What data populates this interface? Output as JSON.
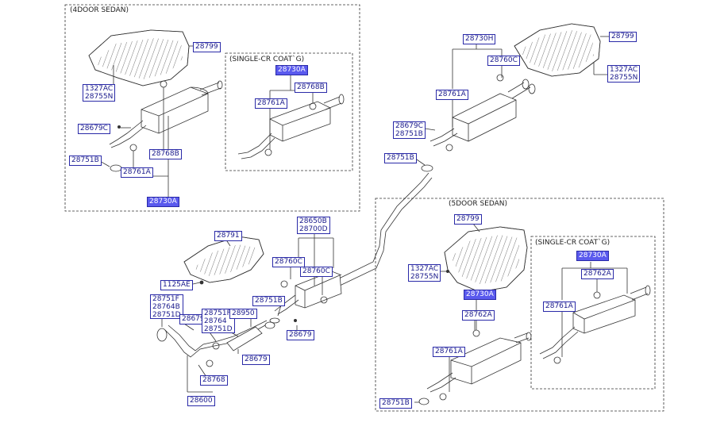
{
  "sections": {
    "sedan4": "(4DOOR SEDAN)",
    "single_cr_4": "(SINGLE-CR COAT`G)",
    "sedan5": "(5DOOR SEDAN)",
    "single_cr_5": "(SINGLE-CR COAT`G)"
  },
  "labels": {
    "l_28799_a": "28799",
    "l_1327ac_a": "1327AC",
    "l_28755n_a": "28755N",
    "l_28730a_a": "28730A",
    "l_28761a_a": "28761A",
    "l_28768b_a": "28768B",
    "l_28679c_a": "28679C",
    "l_28768b_b": "28768B",
    "l_28751b_a": "28751B",
    "l_28761a_b": "28761A",
    "l_28730a_b": "28730A",
    "l_28730h": "28730H",
    "l_28760c_a": "28760C",
    "l_28799_b": "28799",
    "l_1327ac_b": "1327AC",
    "l_28755n_b": "28755N",
    "l_28761a_c": "28761A",
    "l_28679c_b": "28679C",
    "l_28751b_b": "28751B",
    "l_28751b_c": "28751B",
    "l_28650b": "28650B",
    "l_28700d": "28700D",
    "l_28791": "28791",
    "l_28760c_b": "28760C",
    "l_28760c_c": "28760C",
    "l_1125ae": "1125AE",
    "l_28751f_a": "28751F",
    "l_28764b": "28764B",
    "l_28751d_a": "28751D",
    "l_28751b_d": "28751B",
    "l_28679_a": "28679",
    "l_28751f_b": "28751F",
    "l_28764": "28764",
    "l_28950": "28950",
    "l_28751d_b": "28751D",
    "l_28679_b": "28679",
    "l_28679_c": "28679",
    "l_28768": "28768",
    "l_28600": "28600",
    "l_28799_c": "28799",
    "l_1327ac_c": "1327AC",
    "l_28755n_c": "28755N",
    "l_28730a_c": "28730A",
    "l_28762a_a": "28762A",
    "l_28761a_d": "28761A",
    "l_28751b_e": "28751B",
    "l_28730a_d": "28730A",
    "l_28762a_b": "28762A",
    "l_28761a_e": "28761A"
  }
}
